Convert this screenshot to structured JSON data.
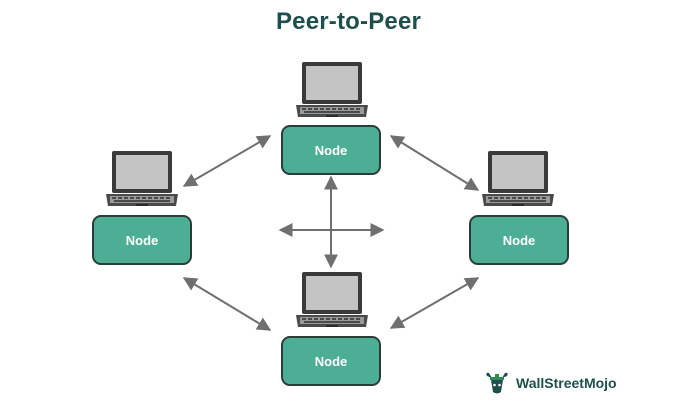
{
  "title": "Peer-to-Peer",
  "nodes": [
    {
      "label": "Node",
      "device_icon": "laptop-icon"
    },
    {
      "label": "Node",
      "device_icon": "laptop-icon"
    },
    {
      "label": "Node",
      "device_icon": "laptop-icon"
    },
    {
      "label": "Node",
      "device_icon": "laptop-icon"
    }
  ],
  "connections": [
    {
      "from": "left",
      "to": "top",
      "arrows": "both"
    },
    {
      "from": "top",
      "to": "right",
      "arrows": "both"
    },
    {
      "from": "left",
      "to": "bottom",
      "arrows": "both"
    },
    {
      "from": "bottom",
      "to": "right",
      "arrows": "both"
    },
    {
      "from": "top",
      "to": "bottom",
      "arrows": "both"
    },
    {
      "from": "left",
      "to": "right",
      "arrows": "both"
    }
  ],
  "brand": {
    "name": "WallStreetMojo",
    "icon": "bull-logo-icon"
  },
  "colors": {
    "title": "#1f4f4c",
    "node_fill": "#4caf95",
    "node_border": "#2b3d38",
    "node_text": "#ffffff",
    "arrow": "#6f6f6f",
    "laptop_screen": "#c4c4c4",
    "laptop_frame": "#3a3a3a"
  }
}
